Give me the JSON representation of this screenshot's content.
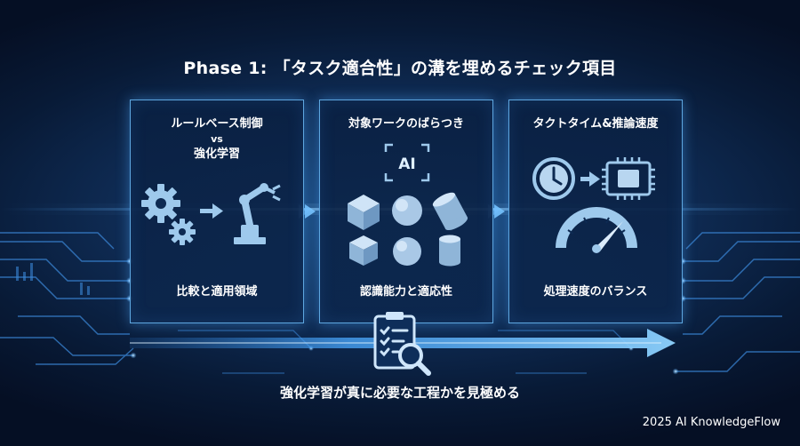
{
  "title": "Phase 1: 「タスク適合性」の溝を埋めるチェック項目",
  "panels": [
    {
      "heading_line1": "ルールベース制御",
      "heading_line2": "vs",
      "heading_line3": "強化学習",
      "footer": "比較と適用領域",
      "icons": [
        "gear-icon",
        "arrow-right-icon",
        "robot-arm-icon"
      ]
    },
    {
      "heading": "対象ワークのばらつき",
      "ai_label": "AI",
      "footer": "認識能力と適応性",
      "icons": [
        "ai-scan-icon",
        "cube-icon",
        "sphere-icon",
        "cylinder-icon"
      ]
    },
    {
      "heading": "タクトタイム&推論速度",
      "footer": "処理速度のバランス",
      "icons": [
        "clock-icon",
        "arrow-right-icon",
        "cpu-chip-icon",
        "speed-gauge-icon"
      ]
    }
  ],
  "bottom_caption": "強化学習が真に必要な工程かを見極める",
  "brand": "2025 AI KnowledgeFlow",
  "colors": {
    "background": "#0a1f40",
    "accent": "#4fb0ff",
    "panel_border": "#5ea7e0"
  }
}
